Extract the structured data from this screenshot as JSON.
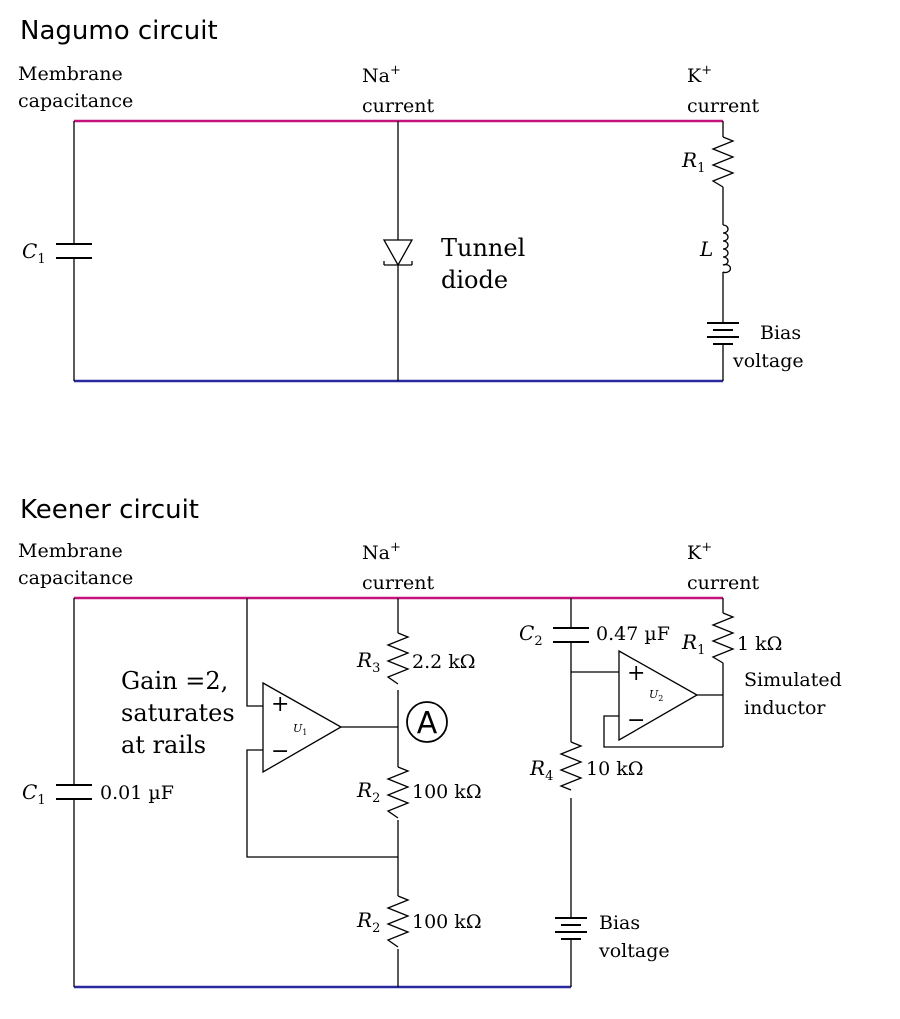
{
  "nagumo": {
    "title": "Nagumo circuit",
    "membrane_line1": "Membrane",
    "membrane_line2": "capacitance",
    "na_label": "Na",
    "na_sup": "+",
    "na_current": "current",
    "k_label": "K",
    "k_sup": "+",
    "k_current": "current",
    "c1": "C",
    "c1_sub": "1",
    "r1": "R",
    "r1_sub": "1",
    "l": "L",
    "diode_line1": "Tunnel",
    "diode_line2": "diode",
    "bias_line1": "Bias",
    "bias_line2": "voltage"
  },
  "keener": {
    "title": "Keener circuit",
    "membrane_line1": "Membrane",
    "membrane_line2": "capacitance",
    "na_label": "Na",
    "na_sup": "+",
    "na_current": "current",
    "k_label": "K",
    "k_sup": "+",
    "k_current": "current",
    "c1": "C",
    "c1_sub": "1",
    "c1_value": "0.01 µF",
    "gain_line1": "Gain =2,",
    "gain_line2": "saturates",
    "gain_line3": "at rails",
    "u1": "U",
    "u1_sub": "1",
    "u2": "U",
    "u2_sub": "2",
    "plus": "+",
    "minus": "−",
    "r3": "R",
    "r3_sub": "3",
    "r3_value": "2.2 kΩ",
    "r2a": "R",
    "r2a_sub": "2",
    "r2a_value": "100 kΩ",
    "r2b": "R",
    "r2b_sub": "2",
    "r2b_value": "100 kΩ",
    "node_a": "A",
    "c2": "C",
    "c2_sub": "2",
    "c2_value": "0.47 µF",
    "r1": "R",
    "r1_sub": "1",
    "r1_value": "1 kΩ",
    "r4": "R",
    "r4_sub": "4",
    "r4_value": "10 kΩ",
    "inductor_line1": "Simulated",
    "inductor_line2": "inductor",
    "bias_line1": "Bias",
    "bias_line2": "voltage"
  }
}
